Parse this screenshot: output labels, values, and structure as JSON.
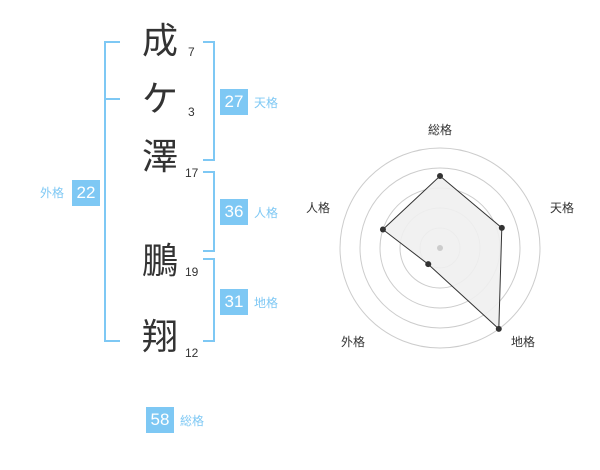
{
  "name": {
    "characters": [
      {
        "char": "成",
        "strokes": "7"
      },
      {
        "char": "ケ",
        "strokes": "3"
      },
      {
        "char": "澤",
        "strokes": "17"
      },
      {
        "char": "鵬",
        "strokes": "19"
      },
      {
        "char": "翔",
        "strokes": "12"
      }
    ]
  },
  "fortunes": {
    "tenkaku": {
      "value": "27",
      "label": "天格"
    },
    "jinkaku": {
      "value": "36",
      "label": "人格"
    },
    "chikaku": {
      "value": "31",
      "label": "地格"
    },
    "gaikaku": {
      "value": "22",
      "label": "外格"
    },
    "soukaku": {
      "value": "58",
      "label": "総格"
    }
  },
  "colors": {
    "accent": "#7ec8f4",
    "text": "#333333",
    "radar_fill": "#f0f0f0",
    "radar_grid": "#cccccc"
  },
  "chart_data": {
    "type": "radar",
    "axes": [
      "総格",
      "天格",
      "地格",
      "外格",
      "人格"
    ],
    "values": [
      0.72,
      0.65,
      1.0,
      0.2,
      0.6
    ],
    "range": [
      0,
      1
    ],
    "rings": 5
  }
}
